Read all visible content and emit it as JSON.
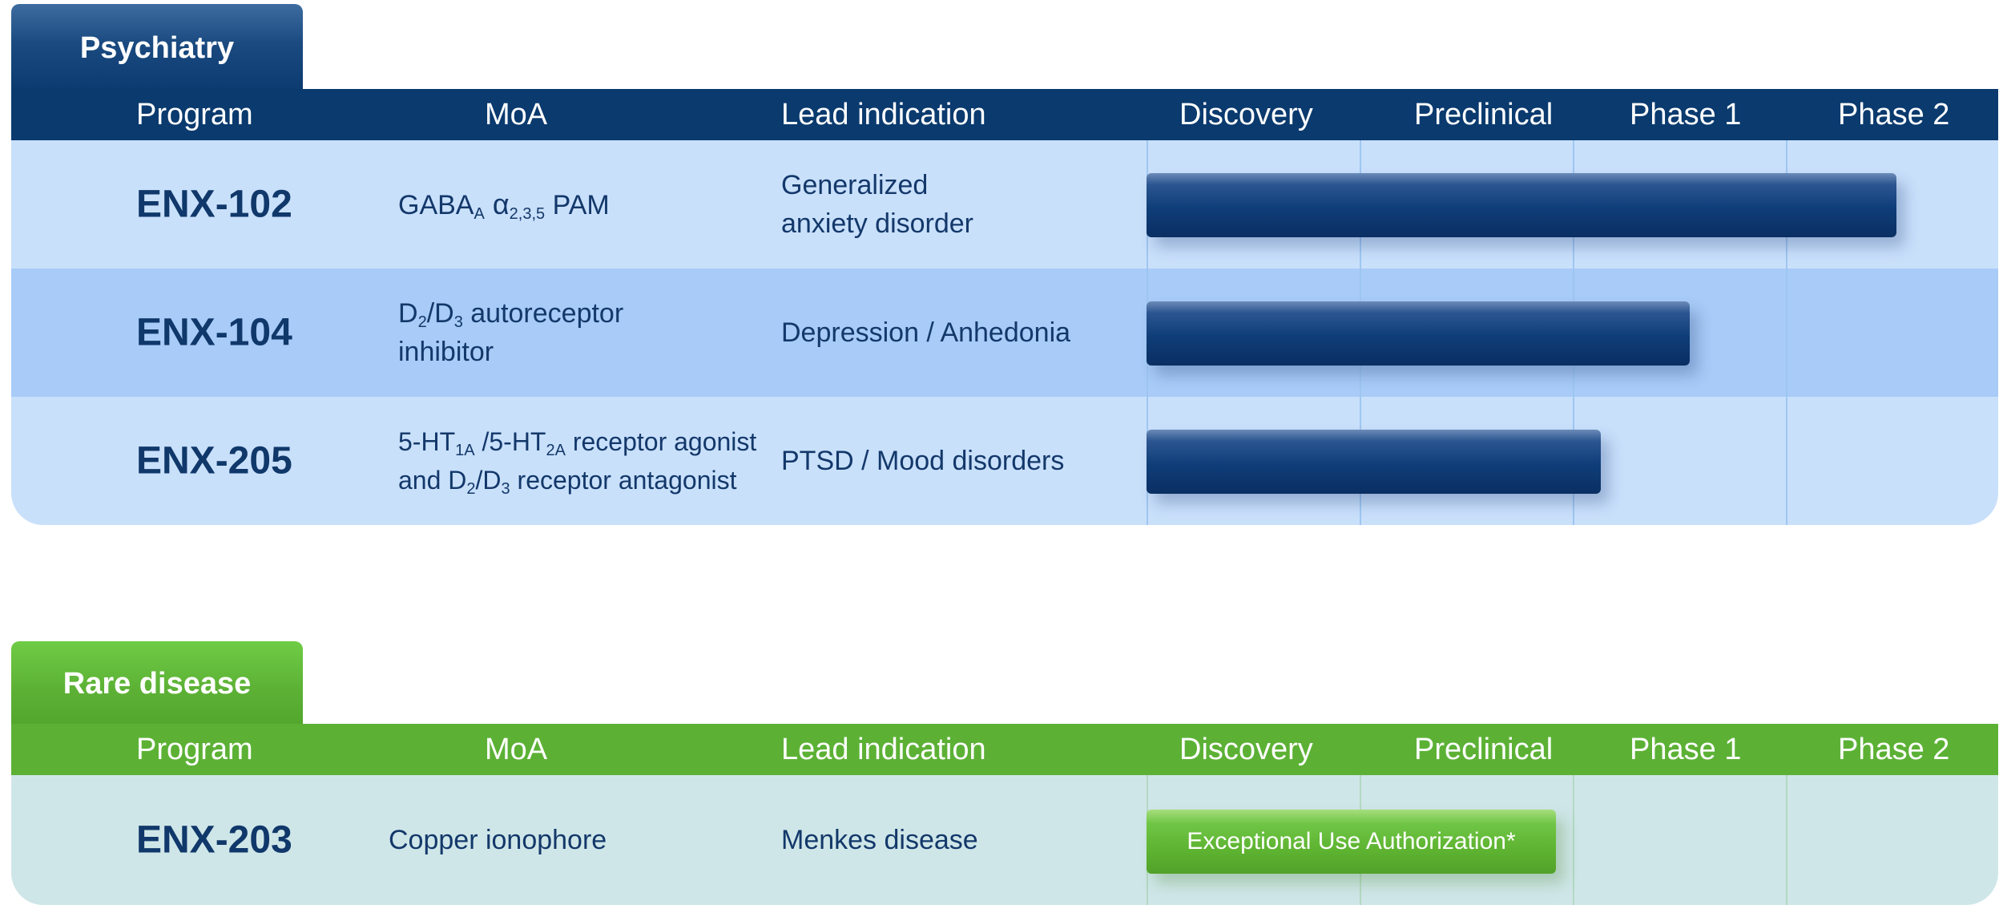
{
  "colors": {
    "psych_header": "#0a3a6e",
    "psych_row_light": "#c9e0fb",
    "psych_row_mid": "#a8cbf7",
    "rare_header": "#5cb135",
    "rare_row": "#cfe6e8",
    "bar_blue": "#0f3d78",
    "bar_green": "#5fb532"
  },
  "headers": {
    "program": "Program",
    "moa": "MoA",
    "lead_indication": "Lead indication",
    "discovery": "Discovery",
    "preclinical": "Preclinical",
    "phase1": "Phase 1",
    "phase2": "Phase 2"
  },
  "psychiatry": {
    "tab_label": "Psychiatry",
    "rows": [
      {
        "program": "ENX-102",
        "moa": {
          "p1": "GABA",
          "s1": "A",
          "p2": " α",
          "s2": "2,3,5",
          "p3": " PAM"
        },
        "indication_line1": "Generalized",
        "indication_line2": "anxiety disorder"
      },
      {
        "program": "ENX-104",
        "moa": {
          "p1": "D",
          "s1": "2",
          "p2": "/D",
          "s2": "3",
          "p3": " autoreceptor",
          "line2": "inhibitor"
        },
        "indication": "Depression / Anhedonia"
      },
      {
        "program": "ENX-205",
        "moa": {
          "p1": "5-HT",
          "s1": "1A",
          "p2": " /5-HT",
          "s2": "2A",
          "p3": " receptor agonist",
          "l2p1": "and D",
          "l2s1": "2",
          "l2p2": "/D",
          "l2s2": "3",
          "l2p3": " receptor antagonist"
        },
        "indication": "PTSD / Mood disorders"
      }
    ]
  },
  "rare_disease": {
    "tab_label": "Rare disease",
    "rows": [
      {
        "program": "ENX-203",
        "moa": "Copper ionophore",
        "indication": "Menkes disease",
        "bar_label": "Exceptional Use Authorization*"
      }
    ]
  },
  "chart_data": {
    "type": "bar",
    "orientation": "horizontal",
    "stages": [
      "Discovery",
      "Preclinical",
      "Phase 1",
      "Phase 2"
    ],
    "categories": [
      "ENX-102",
      "ENX-104",
      "ENX-205",
      "ENX-203"
    ],
    "series": [
      {
        "values": [
          3.52,
          2.55,
          2.13,
          1.92
        ]
      }
    ],
    "xlim": [
      0,
      4
    ],
    "grid": true
  }
}
